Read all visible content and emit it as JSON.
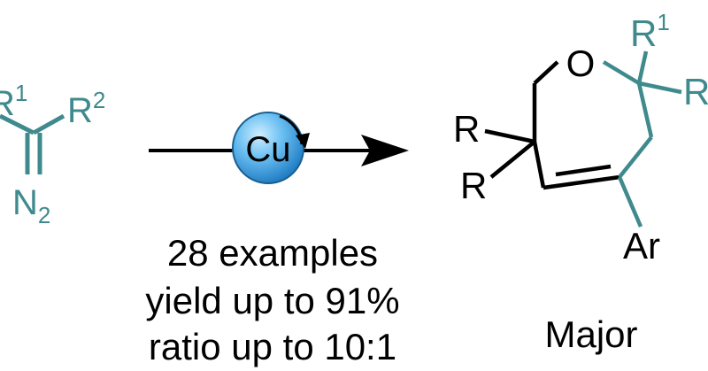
{
  "colors": {
    "teal": "#3f8a8d",
    "black": "#000000",
    "catalyst_fill": "#3aa0e0",
    "catalyst_highlight": "#cfeeff",
    "catalyst_edge": "#1a5f8f"
  },
  "reactant": {
    "substituent_1": "R",
    "substituent_1_sup": "1",
    "substituent_2": "R",
    "substituent_2_sup": "2",
    "diazo_n": "N",
    "diazo_sub": "2"
  },
  "catalyst": {
    "label": "Cu"
  },
  "conditions": {
    "line1": "28 examples",
    "line2": "yield up to  91%",
    "line3": "ratio up to 10:1"
  },
  "product": {
    "oxygen": "O",
    "r1": "R",
    "r1_sup": "1",
    "r_top_right": "R",
    "r_left_1": "R",
    "r_left_2": "R",
    "aryl": "Ar",
    "caption": "Major"
  }
}
